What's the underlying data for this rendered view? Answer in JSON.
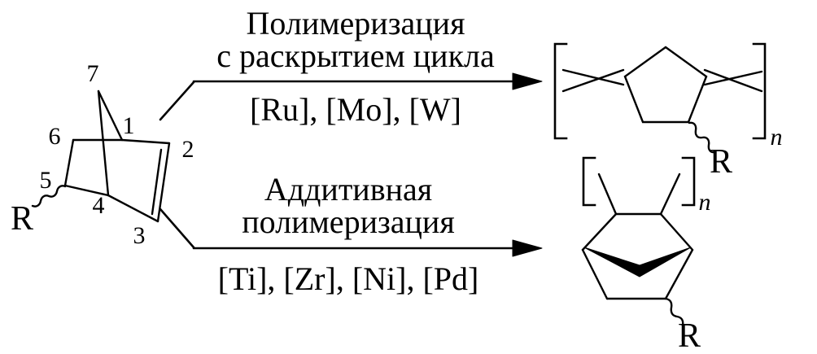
{
  "colors": {
    "ink": "#000000",
    "background": "#ffffff"
  },
  "monomer": {
    "atoms": {
      "n1": "1",
      "n2": "2",
      "n3": "3",
      "n4": "4",
      "n5": "5",
      "n6": "6",
      "n7": "7"
    },
    "r_label": "R"
  },
  "routes": {
    "romp": {
      "line1": "Полимеризация",
      "line2": "с раскрытием цикла",
      "catalysts": "[Ru], [Mo], [W]"
    },
    "addition": {
      "line1": "Аддитивная",
      "line2": "полимеризация",
      "catalysts": "[Ti], [Zr], [Ni], [Pd]"
    }
  },
  "products": {
    "romp": {
      "r_label": "R",
      "subscript": "n"
    },
    "addition": {
      "r_label": "R",
      "subscript": "n"
    }
  }
}
